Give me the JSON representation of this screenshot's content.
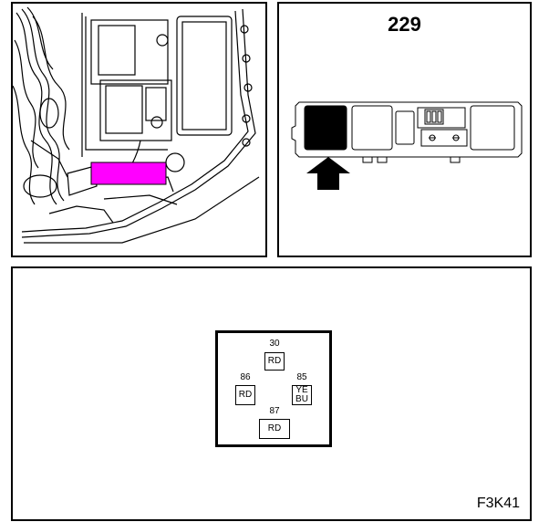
{
  "engine_view": {
    "highlight_color": "#ff00ff",
    "icon": "engine-compartment-illustration"
  },
  "fusebox_view": {
    "figure_number": "229",
    "arrow_icon": "up-arrow-icon",
    "marked_slot_color": "#000000"
  },
  "relay": {
    "pins": {
      "p30": {
        "number": "30",
        "color": "RD"
      },
      "p86": {
        "number": "86",
        "color": "RD"
      },
      "p85": {
        "number": "85",
        "color_line1": "YE",
        "color_line2": "BU"
      },
      "p87": {
        "number": "87",
        "color": "RD"
      }
    }
  },
  "reference_code": "F3K41"
}
